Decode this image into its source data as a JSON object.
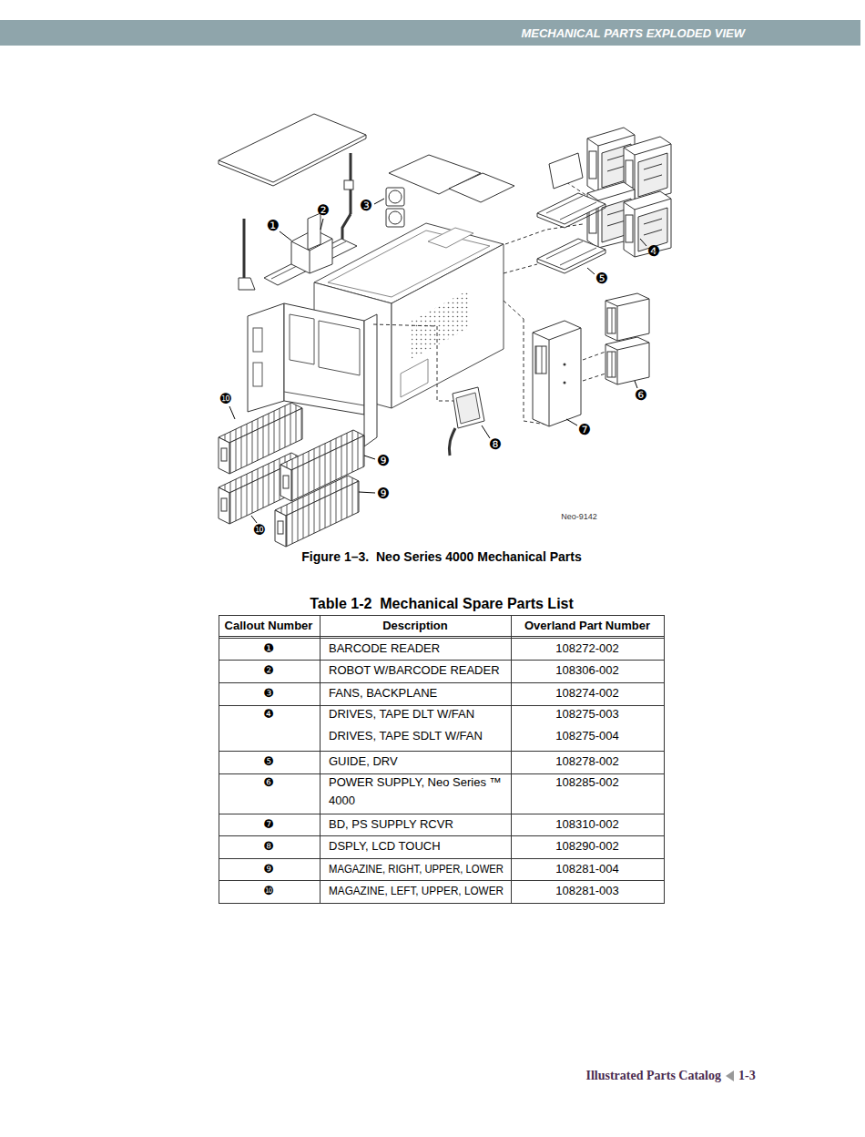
{
  "diagram": {
    "title": "MECHANICAL PARTS EXPLODED VIEW",
    "caption": "Figure 1–3.  Neo Series 4000 Mechanical Parts",
    "labels": [
      "❶",
      "❷",
      "❸",
      "❹",
      "❺",
      "❻",
      "❼",
      "❽",
      "❾",
      "❾",
      "❿",
      "❿",
      "Neo-9142",
      "Table 1-2  Mechanical Spare Parts List",
      "Callout Number",
      "Description",
      "Overland Part Number",
      "❶",
      "BARCODE READER",
      "108272-002",
      "❷",
      "ROBOT W/BARCODE READER",
      "108306-002",
      "❸",
      "FANS, BACKPLANE",
      "108274-002",
      "❹",
      "DRIVES, TAPE DLT W/FAN",
      "108275-003",
      "DRIVES, TAPE SDLT W/FAN",
      "108275-004",
      "❺",
      "GUIDE, DRV",
      "108278-002",
      "❻",
      "POWER SUPPLY, Neo Series ™ 4000",
      "108285-002",
      "❼",
      "BD, PS SUPPLY RCVR",
      "108310-002",
      "❽",
      "DSPLY, LCD TOUCH",
      "108290-002",
      "❾",
      "MAGAZINE, RIGHT, UPPER, LOWER",
      "108281-004",
      "❿",
      "MAGAZINE, LEFT, UPPER, LOWER",
      "108281-003",
      "Illustrated Parts Catalog",
      "1-3"
    ]
  }
}
